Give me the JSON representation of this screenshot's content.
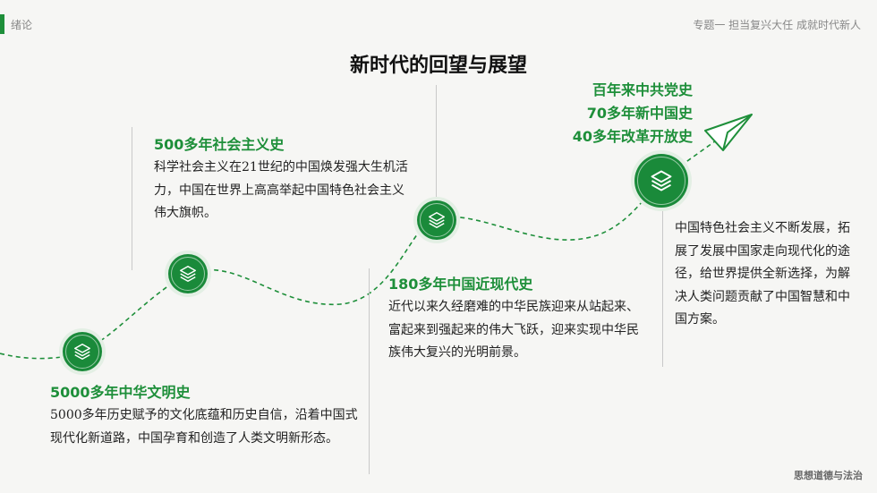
{
  "header": {
    "chapter": "绪论",
    "topic": "专题一 担当复兴大任 成就时代新人"
  },
  "title": "新时代的回望与展望",
  "footer": "思想道德与法治",
  "milestones": [
    {
      "heading": "5000多年中华文明史",
      "text": "5000多年历史赋予的文化底蕴和历史自信，沿着中国式现代化新道路，中国孕育和创造了人类文明新形态。",
      "icon": "layers-icon"
    },
    {
      "heading": "500多年社会主义史",
      "text": "科学社会主义在21世纪的中国焕发强大生机活力，中国在世界上高高举起中国特色社会主义伟大旗帜。",
      "icon": "layers-icon"
    },
    {
      "heading": "180多年中国近现代史",
      "text": "近代以来久经磨难的中华民族迎来从站起来、富起来到强起来的伟大飞跃，迎来实现中华民族伟大复兴的光明前景。",
      "icon": "layers-icon"
    },
    {
      "headings": [
        "百年来中共党史",
        "70多年新中国史",
        "40多年改革开放史"
      ],
      "text": "中国特色社会主义不断发展，拓展了发展中国家走向现代化的途径，给世界提供全新选择，为解决人类问题贡献了中国智慧和中国方案。",
      "icon": "layers-icon"
    }
  ],
  "colors": {
    "accent": "#1e8f3a",
    "node": "#1a8a3a"
  }
}
